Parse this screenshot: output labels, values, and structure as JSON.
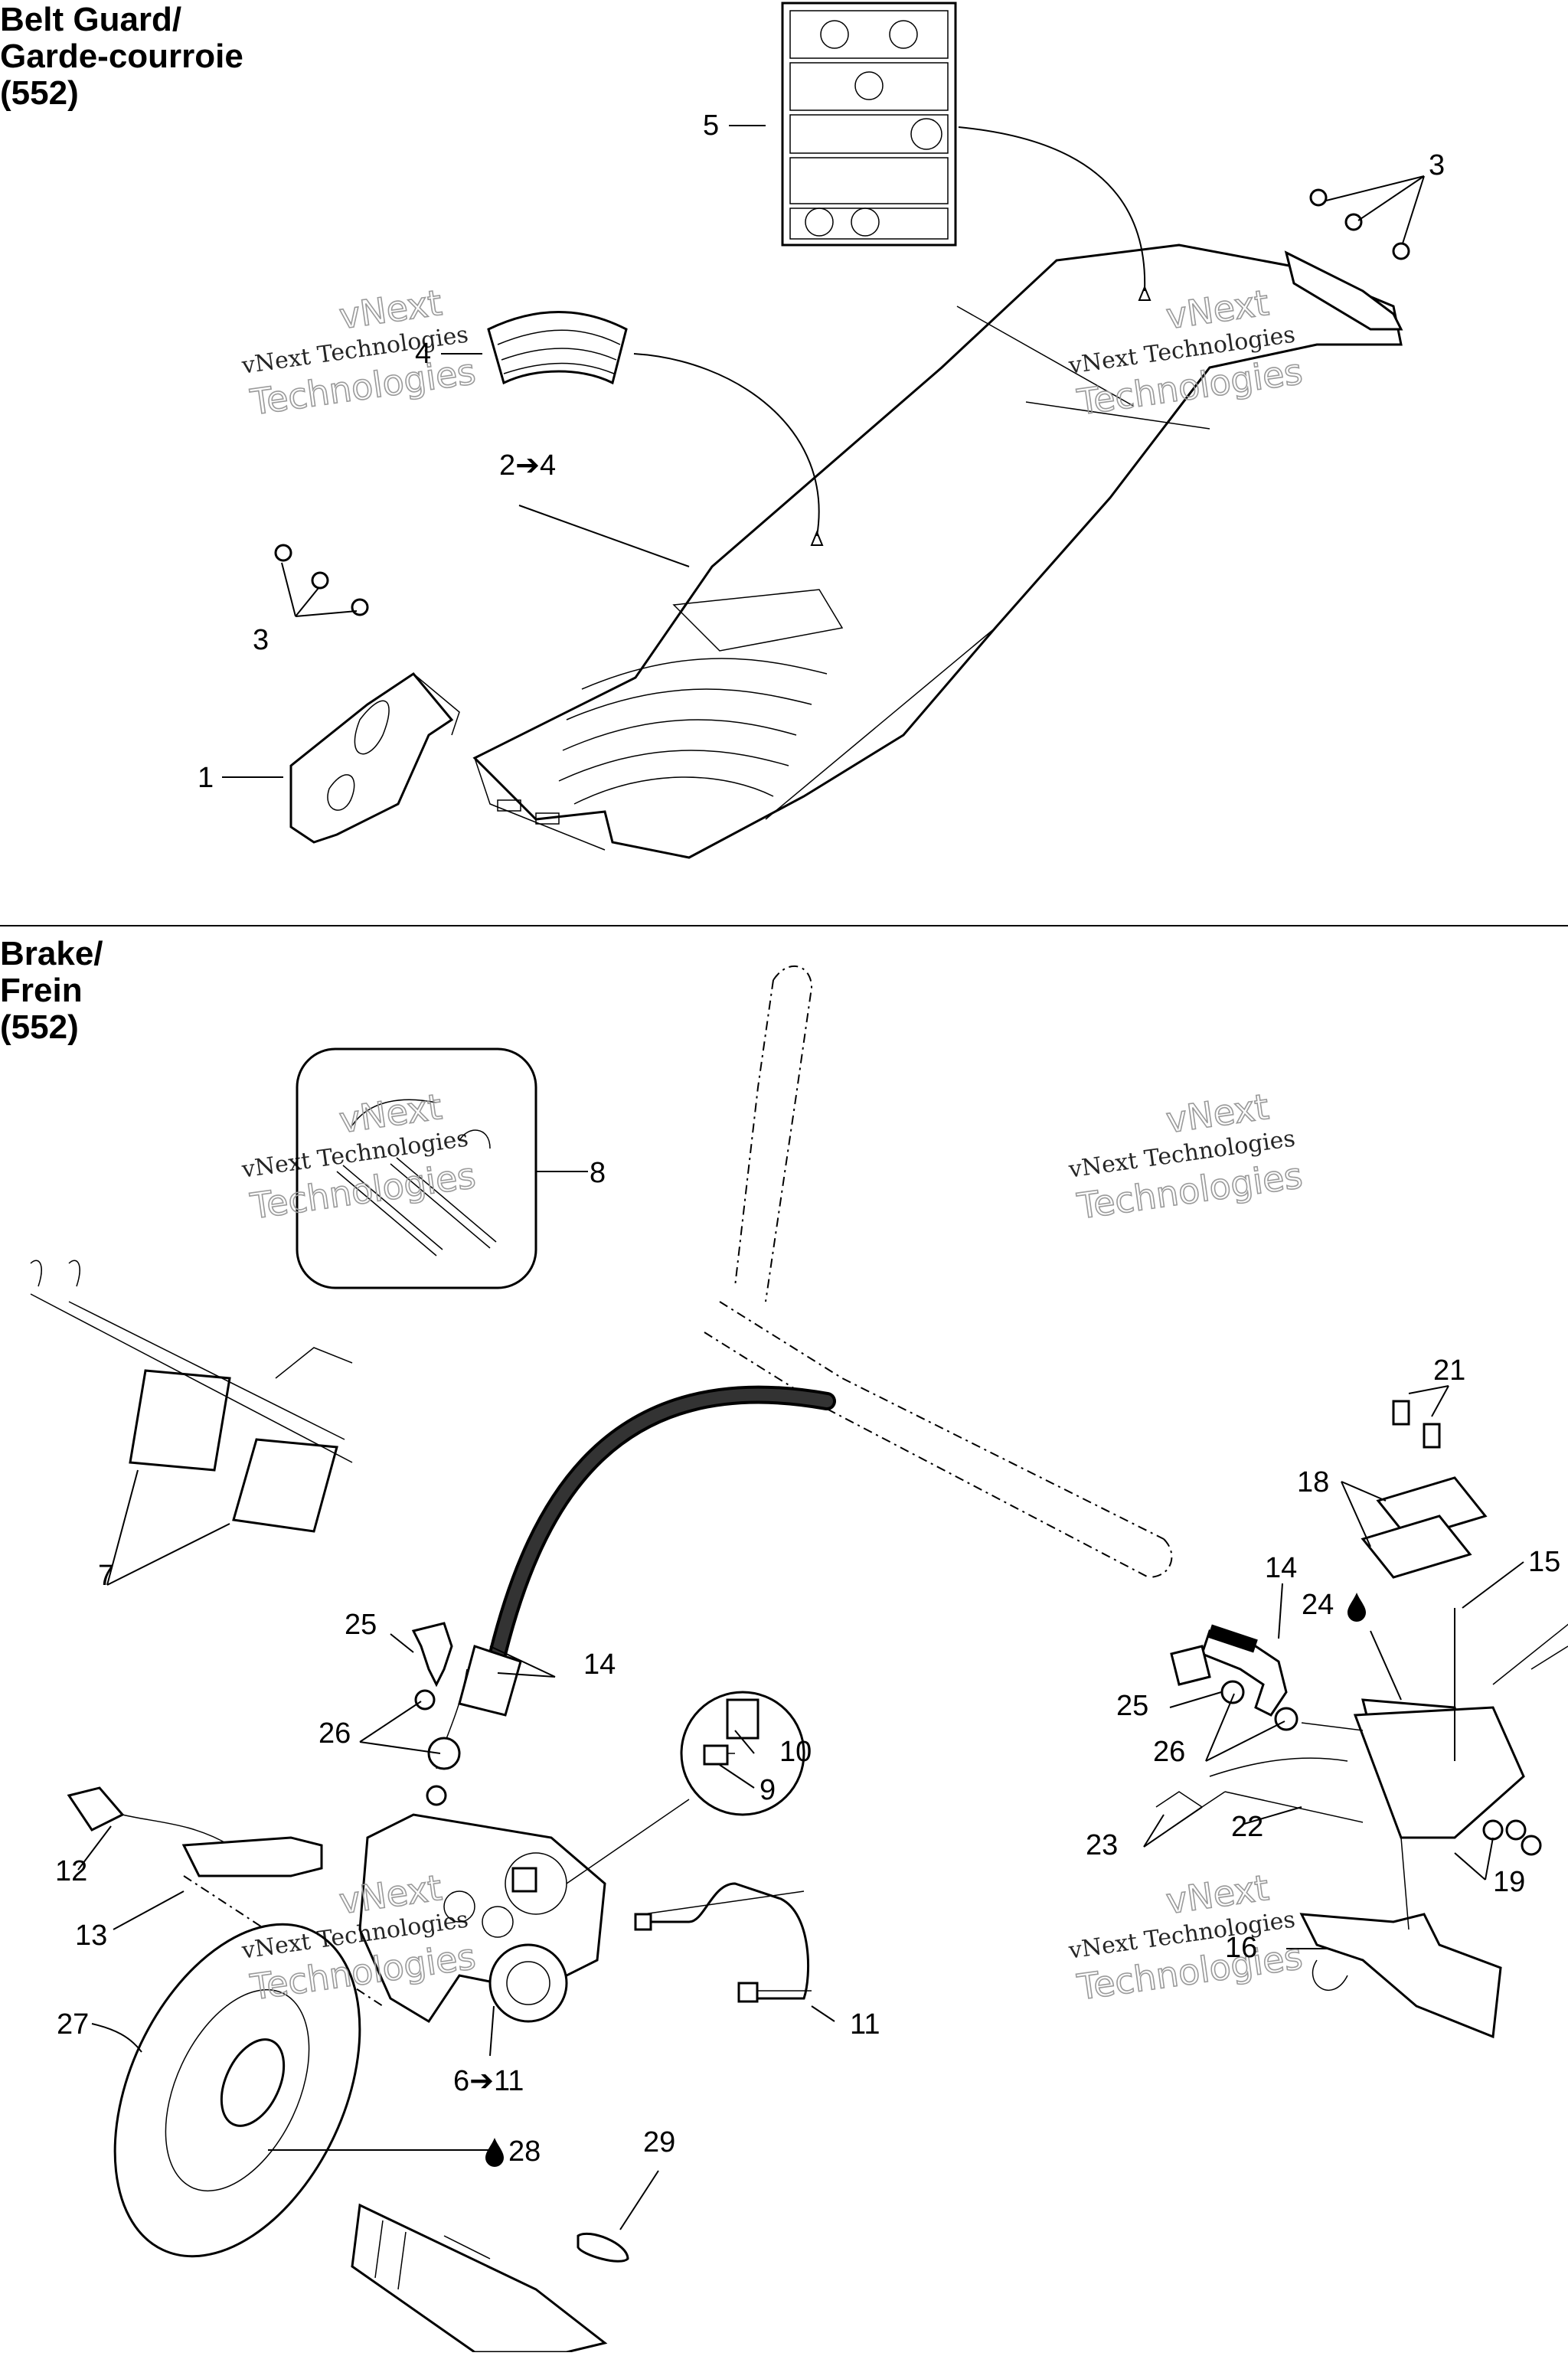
{
  "sections": [
    {
      "title_lines": [
        "Belt Guard/",
        "Garde-courroie",
        "(552)"
      ]
    },
    {
      "title_lines": [
        "Brake/",
        "Frein",
        "(552)"
      ]
    }
  ],
  "watermark": {
    "line1": "vNext Technologies",
    "line2": "vNext",
    "line3": "Technologies"
  },
  "callouts": {
    "belt_guard": [
      {
        "id": "bg-5",
        "text": "5"
      },
      {
        "id": "bg-3a",
        "text": "3"
      },
      {
        "id": "bg-4",
        "text": "4"
      },
      {
        "id": "bg-2to4",
        "text": "2➔4"
      },
      {
        "id": "bg-3b",
        "text": "3"
      },
      {
        "id": "bg-1",
        "text": "1"
      }
    ],
    "brake": [
      {
        "id": "br-8",
        "text": "8"
      },
      {
        "id": "br-21",
        "text": "21"
      },
      {
        "id": "br-18",
        "text": "18"
      },
      {
        "id": "br-15",
        "text": "15"
      },
      {
        "id": "br-14a",
        "text": "14"
      },
      {
        "id": "br-24",
        "text": "24"
      },
      {
        "id": "br-7",
        "text": "7"
      },
      {
        "id": "br-25a",
        "text": "25"
      },
      {
        "id": "br-14b",
        "text": "14"
      },
      {
        "id": "br-26a",
        "text": "26"
      },
      {
        "id": "br-10",
        "text": "10"
      },
      {
        "id": "br-9",
        "text": "9"
      },
      {
        "id": "br-25b",
        "text": "25"
      },
      {
        "id": "br-26b",
        "text": "26"
      },
      {
        "id": "br-23",
        "text": "23"
      },
      {
        "id": "br-22",
        "text": "22"
      },
      {
        "id": "br-19",
        "text": "19"
      },
      {
        "id": "br-12",
        "text": "12"
      },
      {
        "id": "br-13",
        "text": "13"
      },
      {
        "id": "br-16",
        "text": "16"
      },
      {
        "id": "br-11",
        "text": "11"
      },
      {
        "id": "br-27",
        "text": "27"
      },
      {
        "id": "br-6to11",
        "text": "6➔11"
      },
      {
        "id": "br-28",
        "text": "28"
      },
      {
        "id": "br-29",
        "text": "29"
      }
    ]
  }
}
